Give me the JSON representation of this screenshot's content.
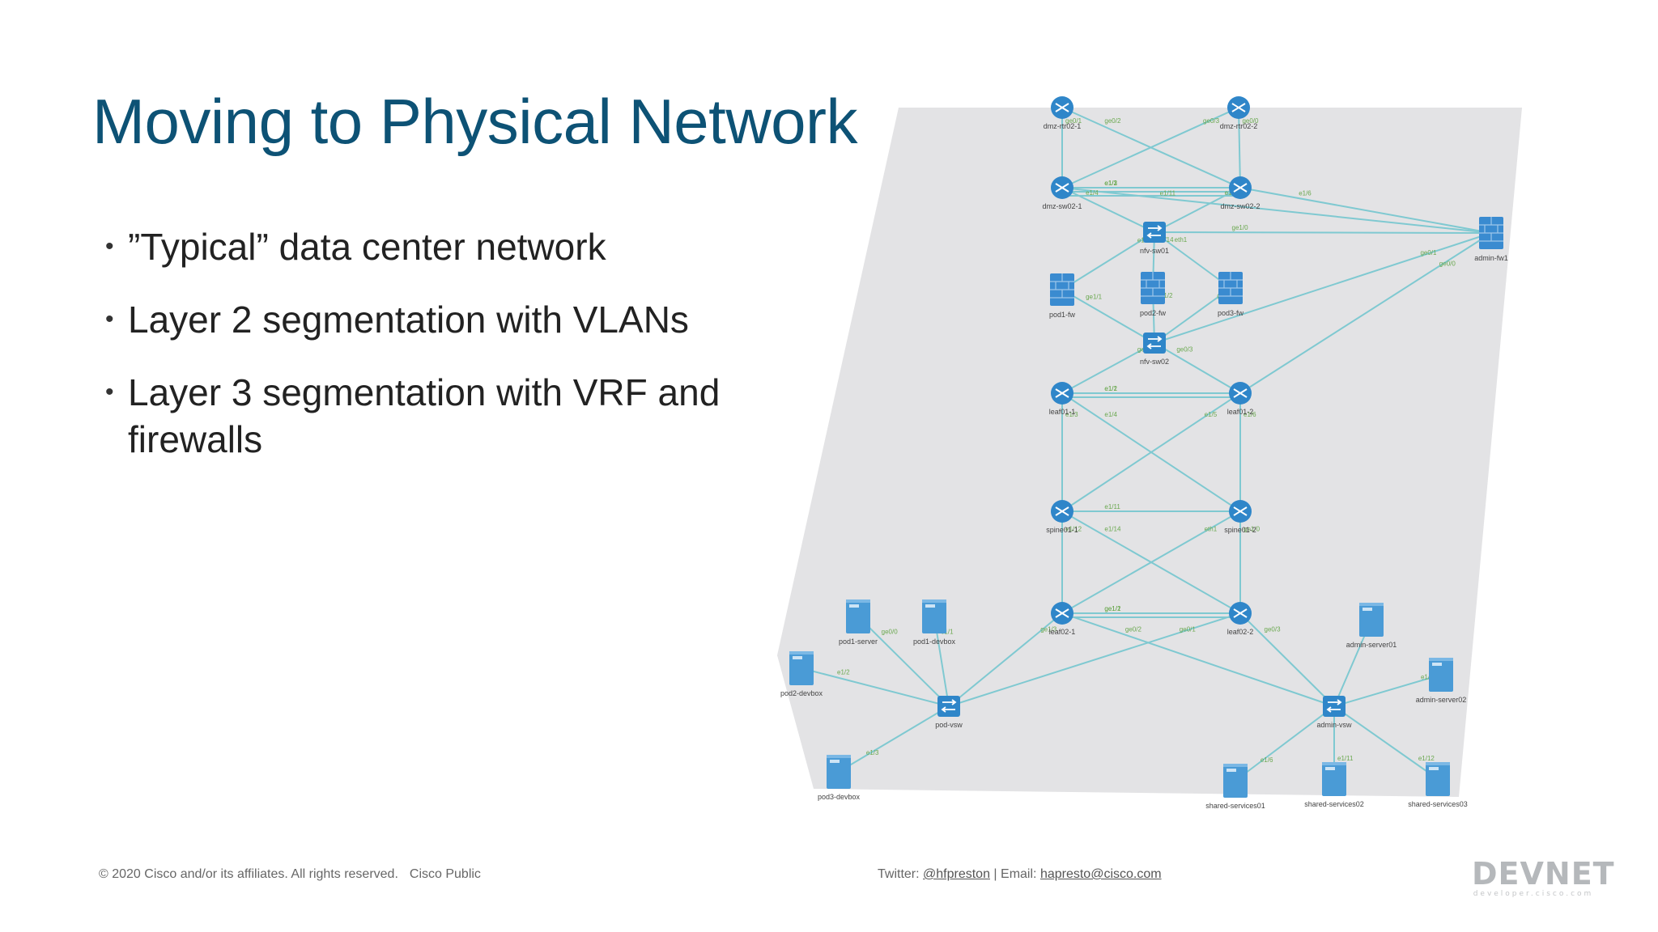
{
  "slide": {
    "title": "Moving to Physical Network",
    "bullets": [
      "”Typical” data center network",
      "Layer 2 segmentation with VLANs",
      "Layer 3 segmentation with VRF and firewalls"
    ]
  },
  "diagram": {
    "colors": {
      "link": "#7fc9d1",
      "router": "#2f86c9",
      "switch": "#2f86c9",
      "firewall": "#3a8bd0",
      "server": "#4a9bd6",
      "background": "#e3e3e5",
      "port_label": "#6aa84f"
    },
    "nodes": [
      {
        "id": "dmz-rtr02-1",
        "label": "dmz-rtr02-1",
        "type": "router-icon"
      },
      {
        "id": "dmz-rtr02-2",
        "label": "dmz-rtr02-2",
        "type": "router-icon"
      },
      {
        "id": "dmz-sw02-1",
        "label": "dmz-sw02-1",
        "type": "router-icon"
      },
      {
        "id": "dmz-sw02-2",
        "label": "dmz-sw02-2",
        "type": "router-icon"
      },
      {
        "id": "nfv-sw01",
        "label": "nfv-sw01",
        "type": "switch-icon"
      },
      {
        "id": "admin-fw1",
        "label": "admin-fw1",
        "type": "firewall-icon"
      },
      {
        "id": "pod1-fw",
        "label": "pod1-fw",
        "type": "firewall-icon"
      },
      {
        "id": "pod2-fw",
        "label": "pod2-fw",
        "type": "firewall-icon"
      },
      {
        "id": "pod3-fw",
        "label": "pod3-fw",
        "type": "firewall-icon"
      },
      {
        "id": "nfv-sw02",
        "label": "nfv-sw02",
        "type": "switch-icon"
      },
      {
        "id": "leaf01-1",
        "label": "leaf01-1",
        "type": "router-icon"
      },
      {
        "id": "leaf01-2",
        "label": "leaf01-2",
        "type": "router-icon"
      },
      {
        "id": "spine01-1",
        "label": "spine01-1",
        "type": "router-icon"
      },
      {
        "id": "spine01-2",
        "label": "spine01-2",
        "type": "router-icon"
      },
      {
        "id": "leaf02-1",
        "label": "leaf02-1",
        "type": "router-icon"
      },
      {
        "id": "leaf02-2",
        "label": "leaf02-2",
        "type": "router-icon"
      },
      {
        "id": "pod1-server",
        "label": "pod1-server",
        "type": "server-icon"
      },
      {
        "id": "pod1-devbox",
        "label": "pod1-devbox",
        "type": "server-icon"
      },
      {
        "id": "pod2-devbox",
        "label": "pod2-devbox",
        "type": "server-icon"
      },
      {
        "id": "pod-vsw",
        "label": "pod-vsw",
        "type": "switch-icon"
      },
      {
        "id": "pod3-devbox",
        "label": "pod3-devbox",
        "type": "server-icon"
      },
      {
        "id": "admin-server01",
        "label": "admin-server01",
        "type": "server-icon"
      },
      {
        "id": "admin-server02",
        "label": "admin-server02",
        "type": "server-icon"
      },
      {
        "id": "admin-vsw",
        "label": "admin-vsw",
        "type": "switch-icon"
      },
      {
        "id": "shared-services01",
        "label": "shared-services01",
        "type": "server-icon"
      },
      {
        "id": "shared-services02",
        "label": "shared-services02",
        "type": "server-icon"
      },
      {
        "id": "shared-services03",
        "label": "shared-services03",
        "type": "server-icon"
      }
    ],
    "links": [
      [
        "dmz-rtr02-1",
        "dmz-sw02-1"
      ],
      [
        "dmz-rtr02-1",
        "dmz-sw02-2"
      ],
      [
        "dmz-rtr02-2",
        "dmz-sw02-1"
      ],
      [
        "dmz-rtr02-2",
        "dmz-sw02-2"
      ],
      [
        "dmz-sw02-1",
        "dmz-sw02-2"
      ],
      [
        "dmz-sw02-1",
        "dmz-sw02-2"
      ],
      [
        "dmz-sw02-1",
        "dmz-sw02-2"
      ],
      [
        "dmz-sw02-1",
        "nfv-sw01"
      ],
      [
        "dmz-sw02-2",
        "nfv-sw01"
      ],
      [
        "dmz-sw02-2",
        "admin-fw1"
      ],
      [
        "dmz-sw02-1",
        "admin-fw1"
      ],
      [
        "nfv-sw01",
        "pod1-fw"
      ],
      [
        "nfv-sw01",
        "pod2-fw"
      ],
      [
        "nfv-sw01",
        "pod3-fw"
      ],
      [
        "nfv-sw01",
        "admin-fw1"
      ],
      [
        "pod1-fw",
        "nfv-sw02"
      ],
      [
        "pod2-fw",
        "nfv-sw02"
      ],
      [
        "pod3-fw",
        "nfv-sw02"
      ],
      [
        "admin-fw1",
        "nfv-sw02"
      ],
      [
        "nfv-sw02",
        "leaf01-1"
      ],
      [
        "nfv-sw02",
        "leaf01-2"
      ],
      [
        "admin-fw1",
        "leaf01-2"
      ],
      [
        "leaf01-1",
        "leaf01-2"
      ],
      [
        "leaf01-1",
        "leaf01-2"
      ],
      [
        "leaf01-1",
        "spine01-1"
      ],
      [
        "leaf01-1",
        "spine01-2"
      ],
      [
        "leaf01-2",
        "spine01-1"
      ],
      [
        "leaf01-2",
        "spine01-2"
      ],
      [
        "spine01-1",
        "spine01-2"
      ],
      [
        "spine01-1",
        "leaf02-1"
      ],
      [
        "spine01-1",
        "leaf02-2"
      ],
      [
        "spine01-2",
        "leaf02-1"
      ],
      [
        "spine01-2",
        "leaf02-2"
      ],
      [
        "leaf02-1",
        "leaf02-2"
      ],
      [
        "leaf02-1",
        "leaf02-2"
      ],
      [
        "leaf02-1",
        "pod-vsw"
      ],
      [
        "leaf02-2",
        "pod-vsw"
      ],
      [
        "leaf02-1",
        "admin-vsw"
      ],
      [
        "leaf02-2",
        "admin-vsw"
      ],
      [
        "pod1-server",
        "pod-vsw"
      ],
      [
        "pod1-devbox",
        "pod-vsw"
      ],
      [
        "pod2-devbox",
        "pod-vsw"
      ],
      [
        "pod3-devbox",
        "pod-vsw"
      ],
      [
        "admin-server01",
        "admin-vsw"
      ],
      [
        "admin-server02",
        "admin-vsw"
      ],
      [
        "shared-services01",
        "admin-vsw"
      ],
      [
        "shared-services02",
        "admin-vsw"
      ],
      [
        "shared-services03",
        "admin-vsw"
      ]
    ],
    "port_labels": [
      "ge0/1",
      "ge0/2",
      "ge0/3",
      "ge0/0",
      "e1/1",
      "e1/2",
      "e1/3",
      "e1/4",
      "e1/5",
      "e1/6",
      "e1/11",
      "e1/12",
      "e1/14",
      "eth1",
      "ge1/0",
      "ge1/1",
      "ge1/2",
      "ge1/3"
    ]
  },
  "footer": {
    "copyright": "© 2020  Cisco and/or its affiliates. All rights reserved.",
    "classification": "Cisco Public",
    "twitter_label": "Twitter:",
    "twitter_handle": "@hfpreston",
    "separator": "|",
    "email_label": "Email:",
    "email": "hapresto@cisco.com",
    "logo": "DEVNET",
    "logo_sub": "developer.cisco.com"
  }
}
